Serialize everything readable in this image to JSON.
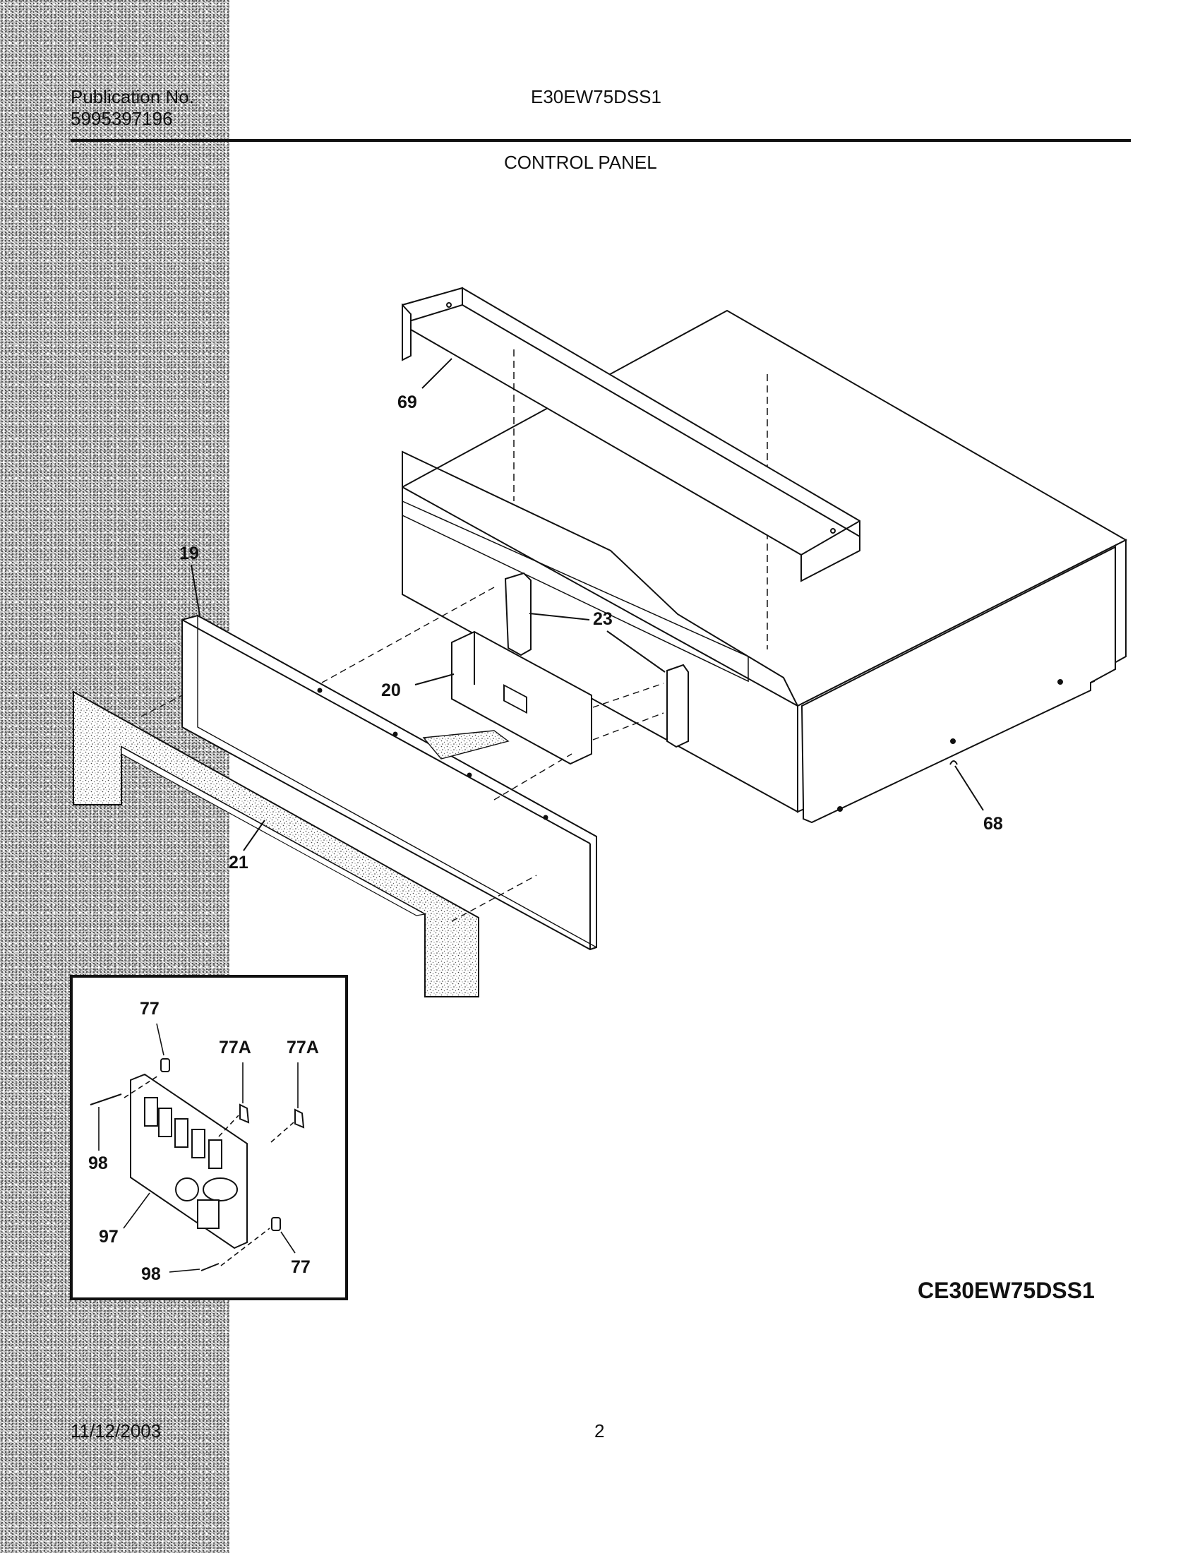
{
  "header": {
    "publication_label": "Publication No.",
    "publication_number": "5995397196",
    "model": "E30EW75DSS1",
    "section_title": "CONTROL PANEL"
  },
  "callouts": {
    "c69": "69",
    "c19": "19",
    "c23": "23",
    "c20": "20",
    "c68": "68",
    "c21": "21"
  },
  "inset_callouts": {
    "c77_top": "77",
    "c77a_left": "77A",
    "c77a_right": "77A",
    "c98_upper": "98",
    "c97": "97",
    "c98_lower": "98",
    "c77_bottom": "77"
  },
  "model_code": "CE30EW75DSS1",
  "footer": {
    "date": "11/12/2003",
    "page": "2"
  }
}
